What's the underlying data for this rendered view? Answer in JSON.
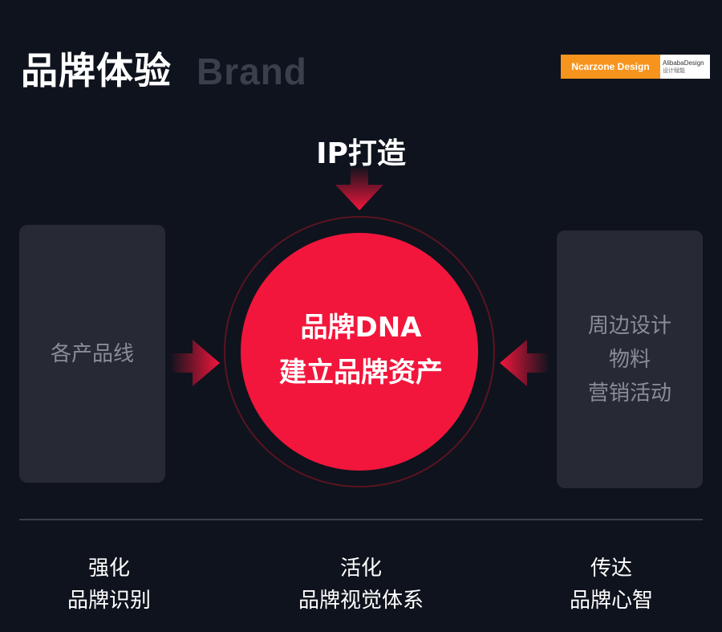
{
  "header": {
    "title": "品牌体验",
    "subtitle": "Brand",
    "logo_left": "Ncarzone Design",
    "logo_right_line1": "AlibabaDesign",
    "logo_right_line2": "设计赋能"
  },
  "top_label": "IP打造",
  "left_card": [
    "各产品线"
  ],
  "right_card": [
    "周边设计",
    "物料",
    "营销活动"
  ],
  "center": {
    "line1": "品牌DNA",
    "line2": "建立品牌资产"
  },
  "bottom": [
    {
      "line1": "强化",
      "line2": "品牌识别"
    },
    {
      "line1": "活化",
      "line2": "品牌视觉体系"
    },
    {
      "line1": "传达",
      "line2": "品牌心智"
    }
  ],
  "colors": {
    "background": "#0f131d",
    "accent": "#f2163c",
    "card": "#272a35",
    "logo_orange": "#f7941d"
  }
}
